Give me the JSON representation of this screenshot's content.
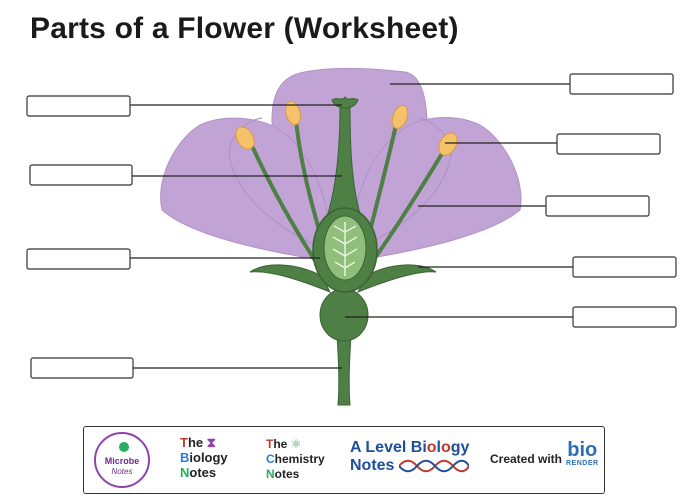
{
  "title": "Parts of a Flower (Worksheet)",
  "colors": {
    "petal": "#c2a3d6",
    "petal_dark": "#b495cc",
    "stem": "#4e7f45",
    "stem_dark": "#3a6334",
    "anther": "#f5c26b",
    "label_border": "#333333"
  },
  "label_boxes": [
    {
      "side": "left",
      "answer": ""
    },
    {
      "side": "left",
      "answer": ""
    },
    {
      "side": "left",
      "answer": ""
    },
    {
      "side": "left",
      "answer": ""
    },
    {
      "side": "right",
      "answer": ""
    },
    {
      "side": "right",
      "answer": ""
    },
    {
      "side": "right",
      "answer": ""
    },
    {
      "side": "right",
      "answer": ""
    },
    {
      "side": "right",
      "answer": ""
    }
  ],
  "footer": {
    "microbe_line1": "Microbe",
    "microbe_line2": "Notes",
    "biology": {
      "l1a": "T",
      "l1b": "he",
      "l2a": "B",
      "l2b": "iology",
      "l3a": "N",
      "l3b": "otes"
    },
    "chemistry": {
      "l1a": "T",
      "l1b": "he",
      "l2a": "C",
      "l2b": "hemistry",
      "l3a": "N",
      "l3b": "otes"
    },
    "alevel_line1a": "A Level Bi",
    "alevel_o": "o",
    "alevel_line1b": "l",
    "alevel_o2": "o",
    "alevel_line1c": "gy",
    "alevel_line2": "Notes",
    "created_with": "Created with",
    "biorender_main": "bio",
    "biorender_sub": "RENDER"
  }
}
